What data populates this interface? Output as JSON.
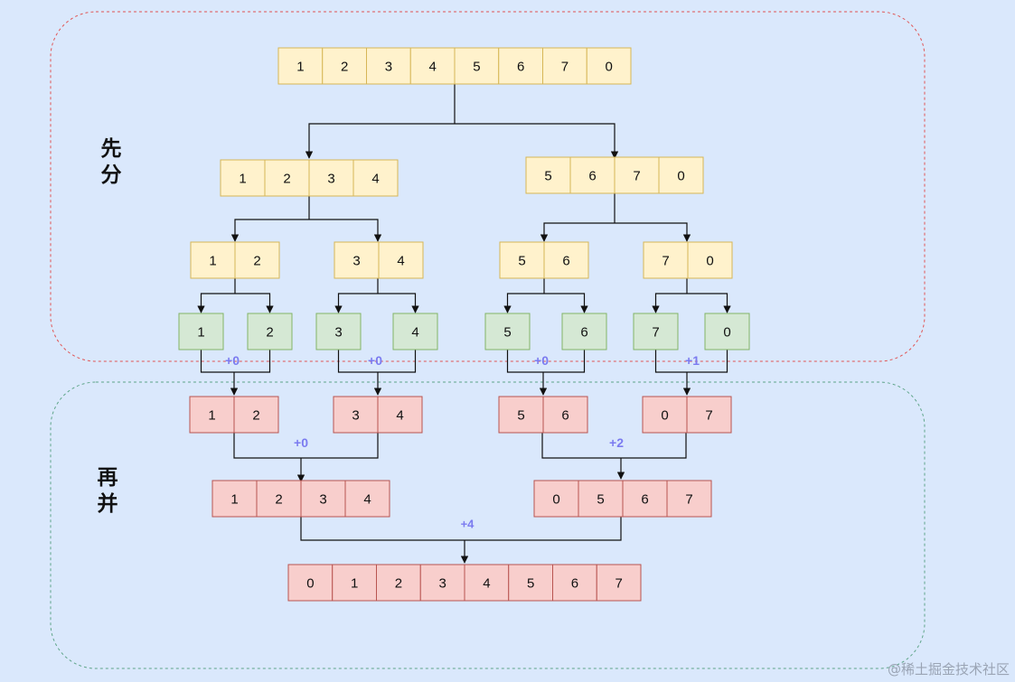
{
  "sections": {
    "split_label": "先\n分",
    "merge_label": "再\n并"
  },
  "colors": {
    "background": "#dae8fc",
    "split_box_border": "#e05555",
    "merge_box_border": "#5fa58a",
    "yellow_fill": "#fff2cc",
    "yellow_border": "#d6b656",
    "green_fill": "#d5e8d4",
    "green_border": "#82b366",
    "red_fill": "#f8cecc",
    "red_border": "#b85450",
    "annotation": "#7b7bf0"
  },
  "split": {
    "root": [
      "1",
      "2",
      "3",
      "4",
      "5",
      "6",
      "7",
      "0"
    ],
    "level1": [
      [
        "1",
        "2",
        "3",
        "4"
      ],
      [
        "5",
        "6",
        "7",
        "0"
      ]
    ],
    "level2": [
      [
        "1",
        "2"
      ],
      [
        "3",
        "4"
      ],
      [
        "5",
        "6"
      ],
      [
        "7",
        "0"
      ]
    ],
    "leaves": [
      "1",
      "2",
      "3",
      "4",
      "5",
      "6",
      "7",
      "0"
    ]
  },
  "merge": {
    "level1": [
      [
        "1",
        "2"
      ],
      [
        "3",
        "4"
      ],
      [
        "5",
        "6"
      ],
      [
        "0",
        "7"
      ]
    ],
    "level1_annotations": [
      "+0",
      "+0",
      "+0",
      "+1"
    ],
    "level2": [
      [
        "1",
        "2",
        "3",
        "4"
      ],
      [
        "0",
        "5",
        "6",
        "7"
      ]
    ],
    "level2_annotations": [
      "+0",
      "+2"
    ],
    "result": [
      "0",
      "1",
      "2",
      "3",
      "4",
      "5",
      "6",
      "7"
    ],
    "result_annotation": "+4"
  },
  "watermark": "@稀土掘金技术社区"
}
